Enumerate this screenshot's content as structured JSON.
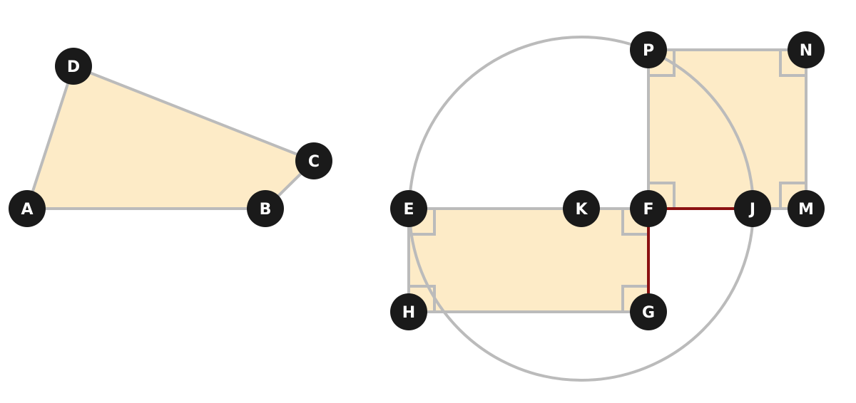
{
  "colors": {
    "fill": "#FDEBC7",
    "stroke": "#BBBBBB",
    "highlight": "#8B1111",
    "point": "#1A1A1A",
    "label": "#FFFFFF"
  },
  "quadrilateral": {
    "points": [
      "A",
      "B",
      "C",
      "D"
    ]
  },
  "circle": {
    "center": "K"
  },
  "rectangle_lower": {
    "points": [
      "E",
      "F",
      "G",
      "H"
    ]
  },
  "rectangle_upper": {
    "points": [
      "P",
      "N",
      "M",
      "F"
    ]
  },
  "highlighted_segments": [
    [
      "F",
      "J"
    ],
    [
      "F",
      "G"
    ]
  ],
  "labels": {
    "A": "A",
    "B": "B",
    "C": "C",
    "D": "D",
    "E": "E",
    "F": "F",
    "G": "G",
    "H": "H",
    "J": "J",
    "K": "K",
    "M": "M",
    "N": "N",
    "P": "P"
  }
}
